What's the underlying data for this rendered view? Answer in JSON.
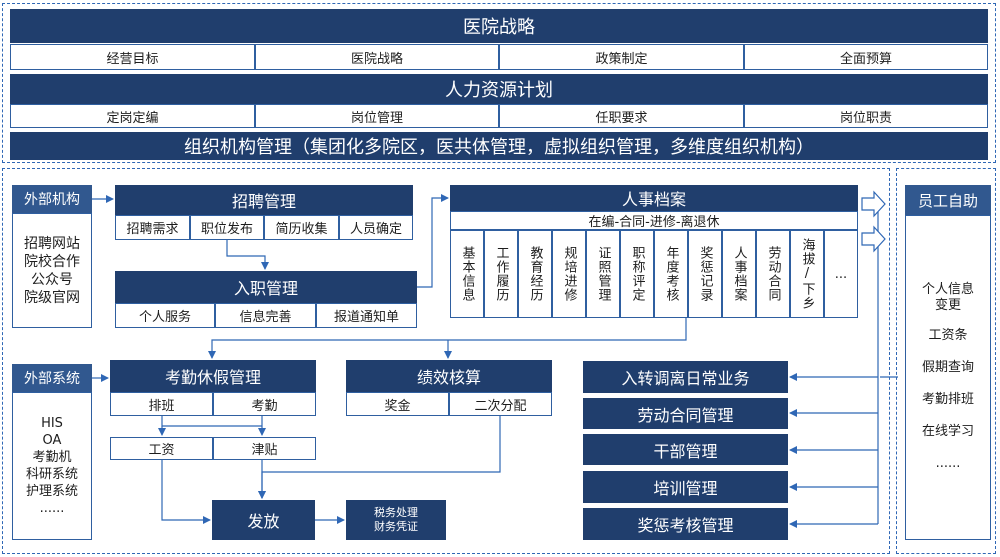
{
  "strategy": {
    "title": "医院战略",
    "items": [
      "经营目标",
      "医院战略",
      "政策制定",
      "全面预算"
    ]
  },
  "hr_plan": {
    "title": "人力资源计划",
    "items": [
      "定岗定编",
      "岗位管理",
      "任职要求",
      "岗位职责"
    ]
  },
  "org_bar": "组织机构管理（集团化多院区，医共体管理，虚拟组织管理，多维度组织机构）",
  "external_org": {
    "title": "外部机构",
    "items": [
      "招聘网站",
      "院校合作",
      "公众号",
      "院级官网"
    ]
  },
  "recruit": {
    "title": "招聘管理",
    "items": [
      "招聘需求",
      "职位发布",
      "简历收集",
      "人员确定"
    ]
  },
  "onboard": {
    "title": "入职管理",
    "items": [
      "个人服务",
      "信息完善",
      "报道通知单"
    ]
  },
  "archive": {
    "title": "人事档案",
    "subtitle": "在编-合同-进修-离退休",
    "items": [
      "基本信息",
      "工作履历",
      "教育经历",
      "规培进修",
      "证照管理",
      "职称评定",
      "年度考核",
      "奖惩记录",
      "人事档案",
      "劳动合同",
      "海拔/下乡",
      "..."
    ]
  },
  "external_sys": {
    "title": "外部系统",
    "items": [
      "HIS",
      "OA",
      "考勤机",
      "科研系统",
      "护理系统",
      "......"
    ]
  },
  "attendance": {
    "title": "考勤休假管理",
    "items": [
      "排班",
      "考勤"
    ],
    "sub_items": [
      "工资",
      "津贴"
    ]
  },
  "performance": {
    "title": "绩效核算",
    "items": [
      "奖金",
      "二次分配"
    ]
  },
  "payout": {
    "title": "发放",
    "notes": [
      "税务处理",
      "财务凭证"
    ]
  },
  "business": [
    "入转调离日常业务",
    "劳动合同管理",
    "干部管理",
    "培训管理",
    "奖惩考核管理"
  ],
  "self_service": {
    "title": "员工自助",
    "items": [
      "个人信息变更",
      "工资条",
      "假期查询",
      "考勤排班",
      "在线学习",
      "......"
    ]
  },
  "colors": {
    "dark": "#203e6d",
    "medium": "#31588f",
    "line": "#2f67b5"
  }
}
